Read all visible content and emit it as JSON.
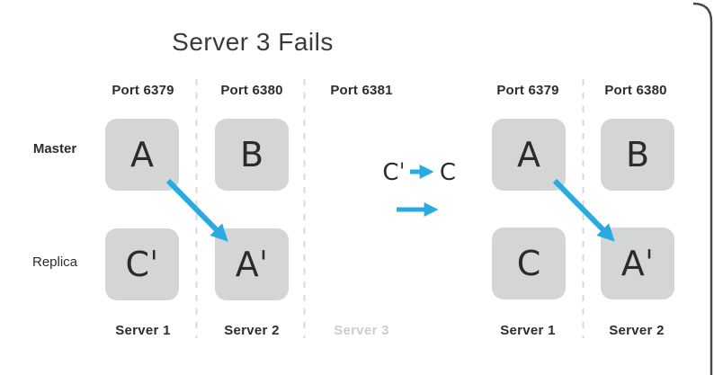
{
  "title": "Server 3 Fails",
  "colors": {
    "arrow_blue": "#29abe2",
    "box_fill": "#d4d5d5",
    "divider_gray": "#d9d9d9",
    "faded_gray": "#cdcdcd"
  },
  "left_diagram": {
    "port_headers": [
      "Port 6379",
      "Port 6380",
      "Port 6381"
    ],
    "row_labels": {
      "master": "Master",
      "replica": "Replica"
    },
    "master_boxes": [
      "A",
      "B"
    ],
    "replica_boxes": [
      "Cˈ",
      "Aˈ"
    ],
    "server_labels": [
      "Server 1",
      "Server 2",
      "Server 3"
    ]
  },
  "transition": {
    "from": "Cˈ",
    "to": "C"
  },
  "right_diagram": {
    "port_headers": [
      "Port 6379",
      "Port 6380"
    ],
    "master_boxes": [
      "A",
      "B"
    ],
    "replica_boxes": [
      "C",
      "Aˈ"
    ],
    "server_labels": [
      "Server 1",
      "Server 2"
    ]
  }
}
